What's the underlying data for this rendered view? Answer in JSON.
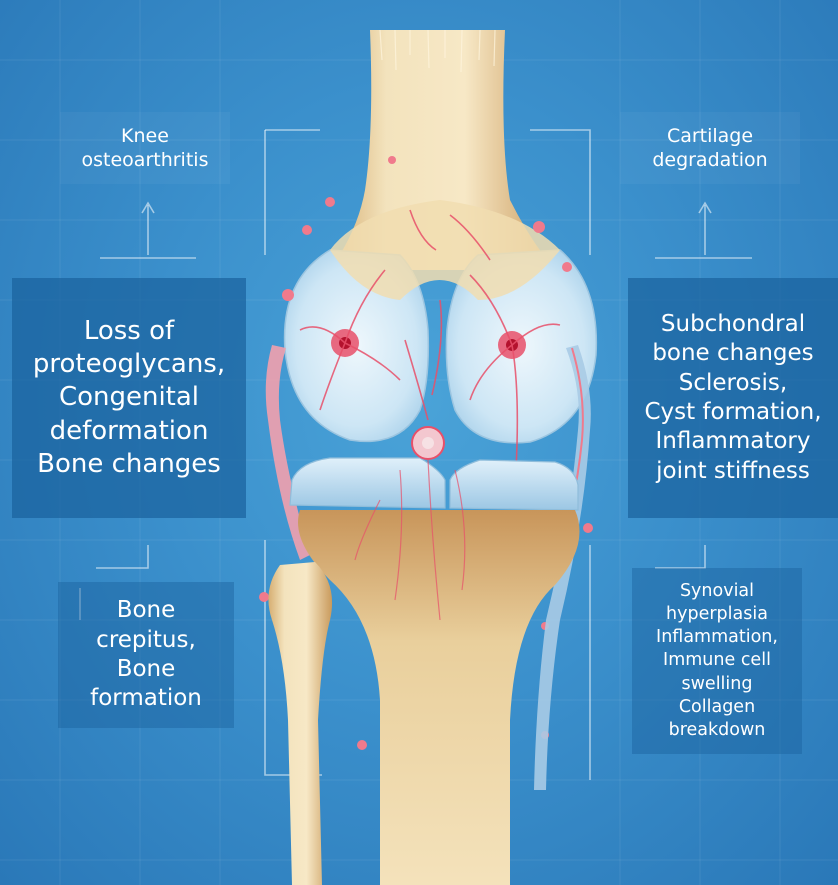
{
  "labels": {
    "knee_oa": "Knee\nosteoarthritis",
    "cartilage": "Cartilage\ndegradation",
    "loss": "Loss of\nproteoglycans,\nCongenital\ndeformation\nBone changes",
    "subchondral": "Subchondral\nbone changes\nSclerosis,\nCyst formation,\nInflammatory\njoint stiffness",
    "bone": "Bone\ncrepitus,\nBone\nformation",
    "synovial": "Synovial\nhyperplasia\nInflammation,\nImmune cell\nswelling\nCollagen\nbreakdown"
  },
  "colors": {
    "background": "#3b90cc",
    "bone": "#efdcae",
    "bone_shadow": "#c99a5c",
    "cartilage": "#cfe8f6",
    "inflammation": "#e8506a",
    "label_box": "#1a629e"
  }
}
